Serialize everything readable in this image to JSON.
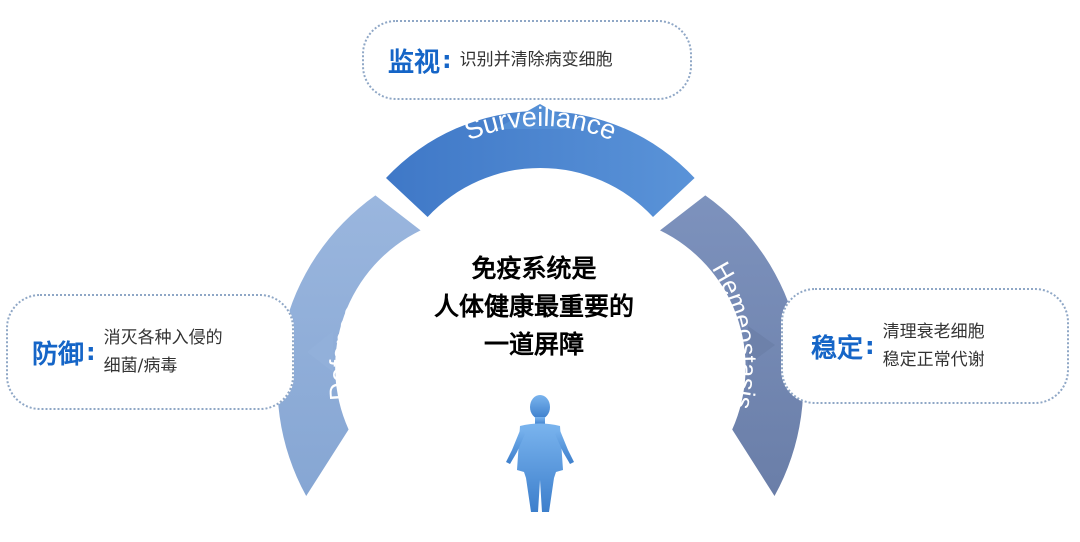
{
  "center_title": [
    "免疫系统是",
    "人体健康最重要的",
    "一道屏障"
  ],
  "segments": {
    "surveillance": "Surveillance",
    "defence": "Defence",
    "homeostasis": "Hemeostasis"
  },
  "callouts": {
    "surveillance": {
      "title": "监视",
      "colon": ":",
      "lines": [
        "识别并清除病变细胞"
      ]
    },
    "defence": {
      "title": "防御",
      "colon": ":",
      "lines": [
        "消灭各种入侵的",
        "细菌/病毒"
      ]
    },
    "homeostasis": {
      "title": "稳定",
      "colon": ":",
      "lines": [
        "清理衰老细胞",
        "稳定正常代谢"
      ]
    }
  },
  "colors": {
    "surveillance": "#4f86cf",
    "defence": "#8aa9d6",
    "homeostasis": "#7285ad",
    "accent": "#1565c7",
    "figure": "#5b9bdf"
  }
}
